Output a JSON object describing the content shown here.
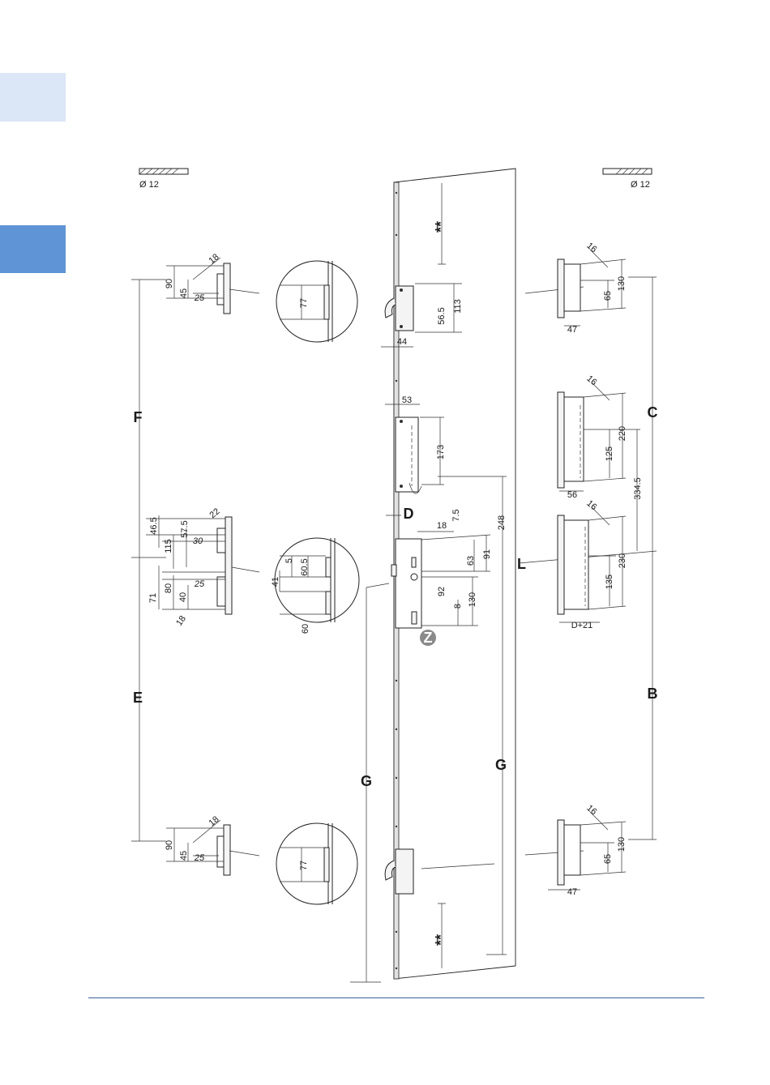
{
  "symbols": {
    "rod_left": "Ø 12",
    "rod_right": "Ø 12",
    "double_star_top": "**",
    "double_star_bottom": "**"
  },
  "letters": {
    "F": "F",
    "E": "E",
    "C": "C",
    "B": "B",
    "L": "L",
    "D": "D",
    "G_left": "G",
    "G_right": "G",
    "Z": "Z"
  },
  "left_keeper_top": {
    "d90": "90",
    "d45": "45",
    "d25": "25",
    "d18": "18",
    "detail77": "77"
  },
  "left_keeper_mid": {
    "d46_5": "46.5",
    "d115": "115",
    "d57_5": "57.5",
    "d30": "30",
    "d22": "22",
    "d71": "71",
    "d80": "80",
    "d25": "25",
    "d40": "40",
    "d18": "18",
    "detail5": "5",
    "detail60_5": "60.5",
    "detail41": "41",
    "detail60": "60"
  },
  "left_keeper_bottom": {
    "d90": "90",
    "d45": "45",
    "d25": "25",
    "d18": "18",
    "detail77": "77"
  },
  "center": {
    "d44": "44",
    "d56_5": "56.5",
    "d113": "113",
    "d53": "53",
    "d173": "173",
    "d18": "18",
    "d7_5": "7.5",
    "d63": "63",
    "d91": "91",
    "d248": "248",
    "d92": "92",
    "d130": "130",
    "d8": "8"
  },
  "right_keeper_top": {
    "d16": "16",
    "d65": "65",
    "d130": "130",
    "d47": "47"
  },
  "right_keeper_2": {
    "d16": "16",
    "d125": "125",
    "d220": "220",
    "d56": "56",
    "d334_5": "334.5"
  },
  "right_keeper_3": {
    "d16": "16",
    "d135": "135",
    "d230": "230",
    "dD21": "D+21"
  },
  "right_keeper_bottom": {
    "d16": "16",
    "d65": "65",
    "d130": "130",
    "d47": "47"
  },
  "colors": {
    "tab_light": "#dbe6f6",
    "tab_dark": "#5f95d6",
    "rule": "#3a5f9a",
    "badge": "#8a8a8a"
  }
}
